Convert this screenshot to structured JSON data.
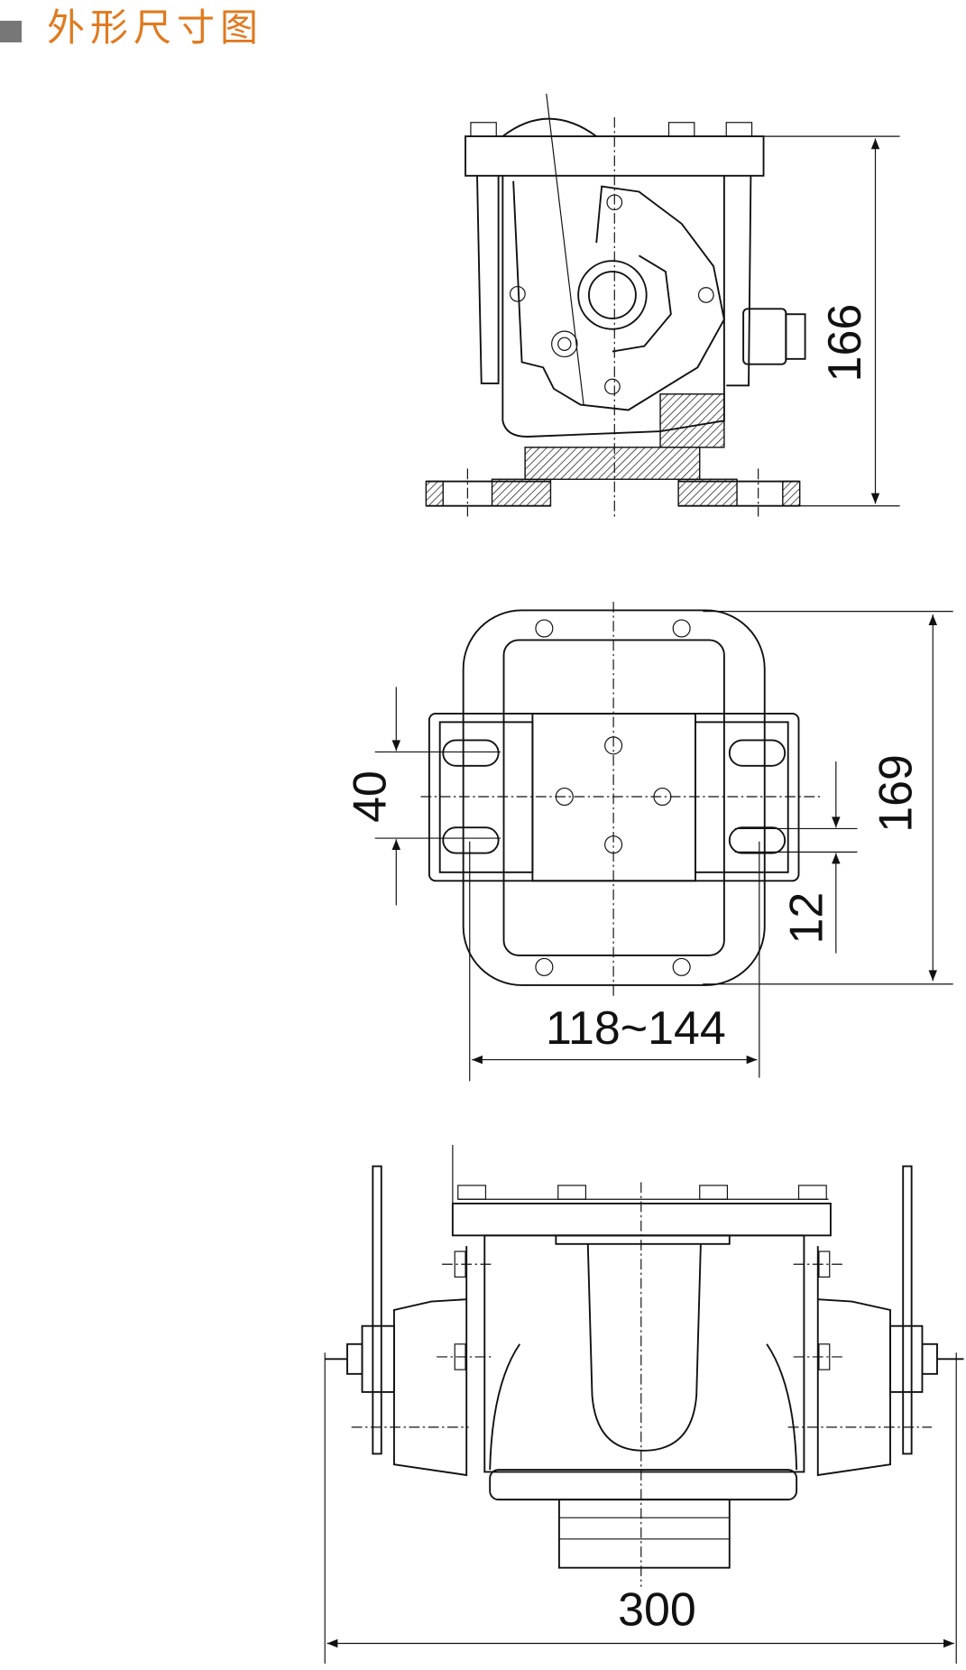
{
  "title": "外形尺寸图",
  "colors": {
    "title": "#e07a1f",
    "marker": "#777777"
  },
  "dimensions": {
    "side_height": "166",
    "slot_spacing": "40",
    "plan_height": "169",
    "slot_width": "12",
    "mount_range": "118~144",
    "overall_width": "300"
  }
}
